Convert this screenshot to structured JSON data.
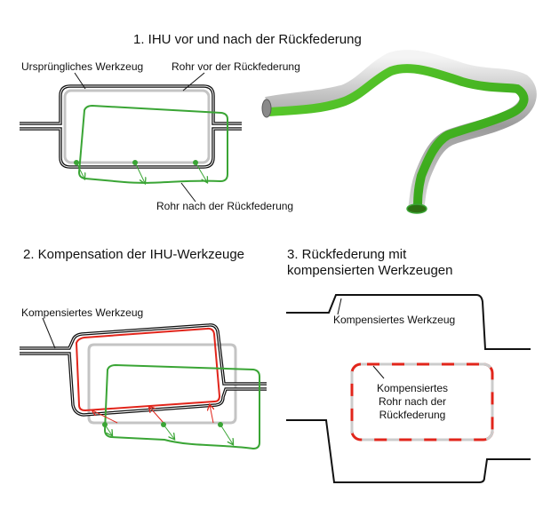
{
  "colors": {
    "green": "#3aa535",
    "red": "#e1251b",
    "tool": "#111111",
    "gray": "#c4c4c4"
  },
  "section1": {
    "title": "1. IHU vor und nach der Rückfederung",
    "label_original_tool": "Ursprüngliches Werkzeug",
    "label_tube_before": "Rohr vor der Rückfederung",
    "label_tube_after": "Rohr nach der Rückfederung"
  },
  "section2": {
    "title": "2. Kompensation der IHU-Werkzeuge",
    "label_compensated_tool": "Kompensiertes Werkzeug"
  },
  "section3": {
    "title_line1": "3. Rückfederung mit",
    "title_line2": "kompensierten Werkzeugen",
    "label_compensated_tool": "Kompensiertes Werkzeug",
    "tube_label_line1": "Kompensiertes",
    "tube_label_line2": "Rohr nach der",
    "tube_label_line3": "Rückfederung"
  }
}
